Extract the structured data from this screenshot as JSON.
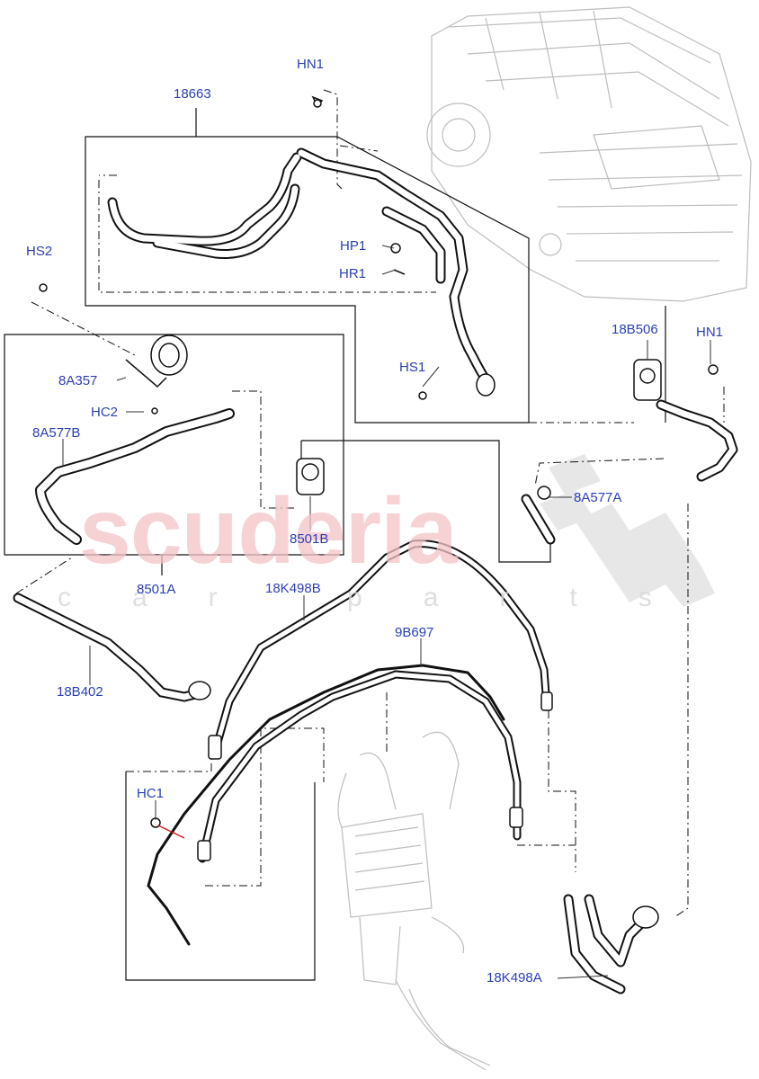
{
  "watermark": {
    "main": "scuderia",
    "sub": "car parts"
  },
  "labels": {
    "p18663": "18663",
    "hn1_top": "HN1",
    "hs2": "HS2",
    "hp1": "HP1",
    "hr1": "HR1",
    "hs1": "HS1",
    "p8a357": "8A357",
    "hc2": "HC2",
    "p8a577b": "8A577B",
    "p8501b": "8501B",
    "p8501a": "8501A",
    "p18b506": "18B506",
    "hn1_right": "HN1",
    "p8a577a": "8A577A",
    "p18k498b": "18K498B",
    "p9b697": "9B697",
    "p18b402": "18B402",
    "hc1": "HC1",
    "p18k498a": "18K498A"
  },
  "colors": {
    "label": "#2a3fb5",
    "line": "#111111",
    "ghost": "#b9b9b9",
    "callout_red": "#d11a1a"
  }
}
